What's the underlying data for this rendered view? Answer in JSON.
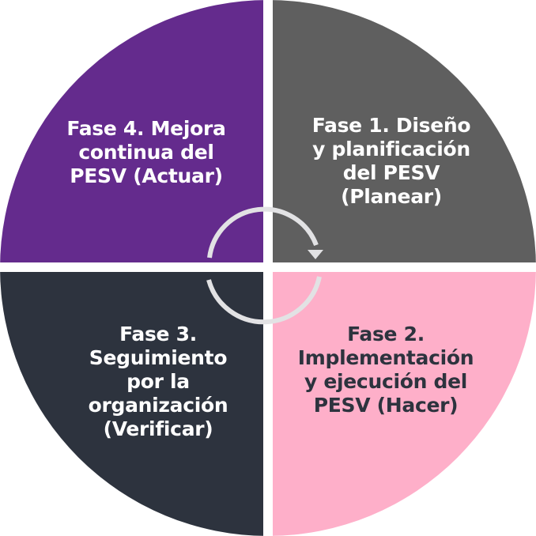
{
  "diagram": {
    "type": "cycle",
    "title": "",
    "colors": {
      "phase1": "#5f5f5f",
      "phase2": "#feafc9",
      "phase3": "#2d333e",
      "phase4": "#642b8d",
      "arrow": "#e2e2e4",
      "gap": "#ffffff",
      "text_light": "#ffffff",
      "text_dark": "#2d333e"
    },
    "phases": [
      {
        "id": "phase1",
        "position": "top-right",
        "lines": [
          "Fase 1. Diseño",
          "y planificación",
          "del PESV",
          "(Planear)"
        ],
        "text": "Fase 1. Diseño y planificación del PESV (Planear)"
      },
      {
        "id": "phase2",
        "position": "bottom-right",
        "lines": [
          "Fase 2.",
          "Implementación",
          "y ejecución del",
          "PESV (Hacer)"
        ],
        "text": "Fase 2. Implementación y ejecución del PESV (Hacer)"
      },
      {
        "id": "phase3",
        "position": "bottom-left",
        "lines": [
          "Fase 3.",
          "Seguimiento",
          "por la",
          "organización",
          "(Verificar)"
        ],
        "text": "Fase 3. Seguimiento por la organización (Verificar)"
      },
      {
        "id": "phase4",
        "position": "top-left",
        "lines": [
          "Fase 4. Mejora",
          "continua del",
          "PESV (Actuar)"
        ],
        "text": "Fase 4. Mejora continua del PESV (Actuar)"
      }
    ],
    "center_icon": "clockwise-cycle-arrow-icon"
  }
}
